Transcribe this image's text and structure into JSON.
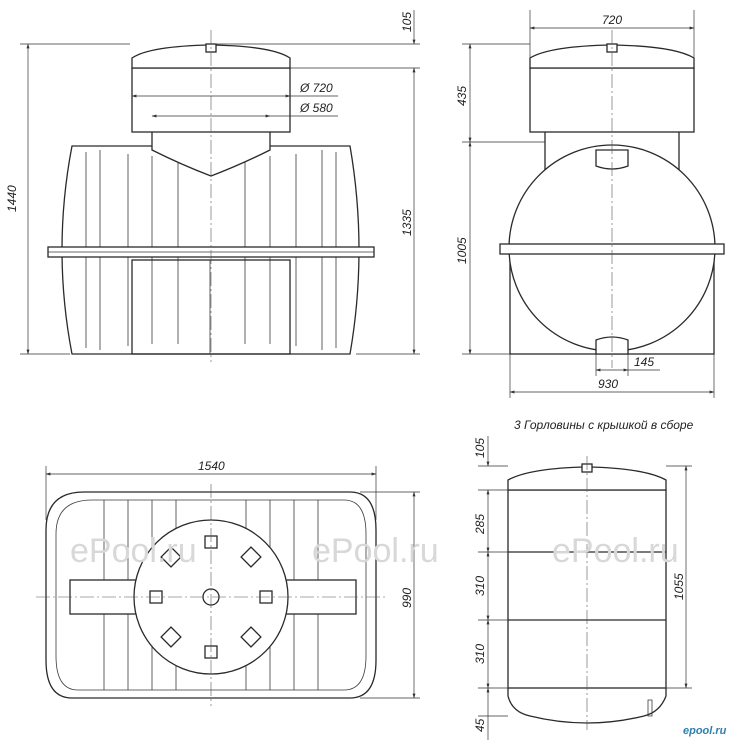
{
  "front_view": {
    "dims": {
      "overall_height": "1440",
      "lid_height": "105",
      "body_height": "1335",
      "neck_outer_dia": "Ø 720",
      "neck_inner_dia": "Ø 580"
    }
  },
  "side_view": {
    "dims": {
      "neck_width": "720",
      "neck_height": "435",
      "body_height": "1005",
      "leg_width": "145",
      "overall_width": "930"
    }
  },
  "caption": "3 Горловины с крышкой в сборе",
  "top_view": {
    "dims": {
      "length": "1540",
      "width": "990"
    }
  },
  "neck_assembly": {
    "dims": {
      "lid": "105",
      "ring1": "285",
      "ring2": "310",
      "ring3": "310",
      "base": "45",
      "total": "1055"
    }
  },
  "watermarks": [
    "ePool.ru",
    "ePool.ru",
    "ePool.ru"
  ],
  "logo": "epool.ru",
  "colors": {
    "line": "#2a2a2a",
    "watermark": "#d8d8d8",
    "logo": "#2d7fb0"
  }
}
